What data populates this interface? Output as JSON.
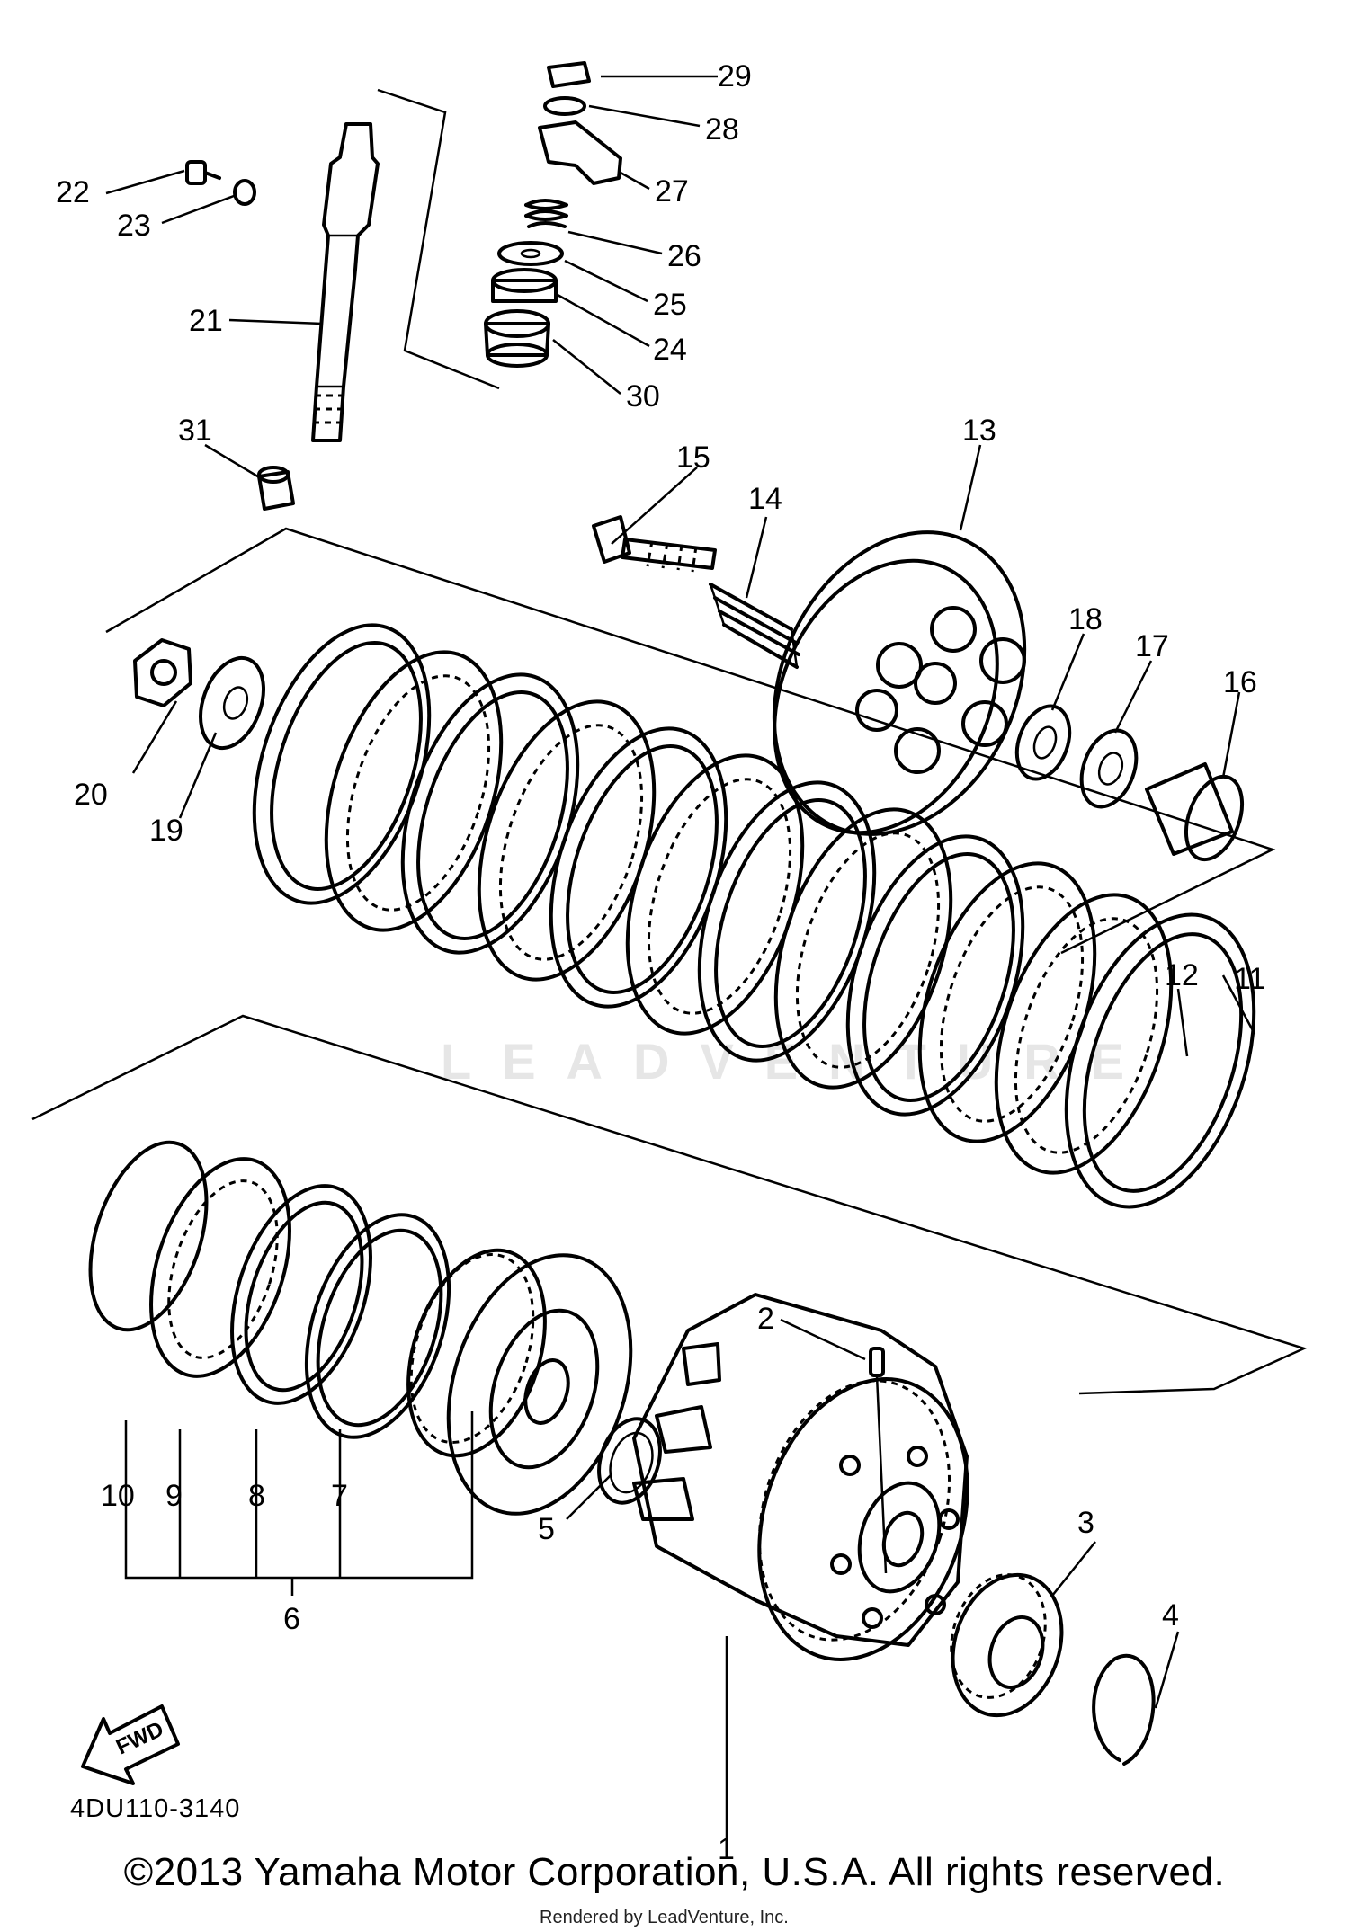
{
  "diagram": {
    "part_code": "4DU110-3140",
    "copyright": "©2013 Yamaha Motor Corporation, U.S.A. All rights reserved.",
    "rendered_by": "Rendered by LeadVenture, Inc.",
    "watermark": "LEADVENTURE",
    "fwd_label": "FWD",
    "callouts": [
      "1",
      "2",
      "3",
      "4",
      "5",
      "6",
      "7",
      "8",
      "9",
      "10",
      "11",
      "12",
      "13",
      "14",
      "15",
      "16",
      "17",
      "18",
      "19",
      "20",
      "21",
      "22",
      "23",
      "24",
      "25",
      "26",
      "27",
      "28",
      "29",
      "30",
      "31"
    ]
  }
}
